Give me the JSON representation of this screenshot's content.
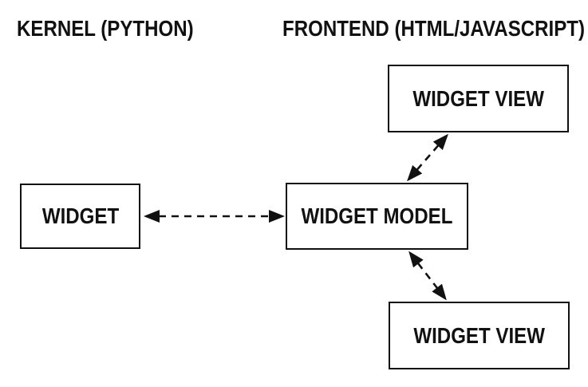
{
  "diagram": {
    "title_context": "Widget model-view architecture diagram",
    "colors": {
      "ink": "#111111",
      "background": "#ffffff"
    },
    "headers": [
      {
        "id": "kernel",
        "label": "KERNEL (PYTHON)"
      },
      {
        "id": "frontend",
        "label": "FRONTEND (HTML/JAVASCRIPT)"
      }
    ],
    "nodes": [
      {
        "id": "widget",
        "label": "WIDGET",
        "region": "kernel"
      },
      {
        "id": "widget-model",
        "label": "WIDGET MODEL",
        "region": "frontend"
      },
      {
        "id": "widget-view-top",
        "label": "WIDGET VIEW",
        "region": "frontend"
      },
      {
        "id": "widget-view-bottom",
        "label": "WIDGET VIEW",
        "region": "frontend"
      }
    ],
    "edges": [
      {
        "from": "widget",
        "to": "widget-model",
        "style": "dashed",
        "bidirectional": true
      },
      {
        "from": "widget-model",
        "to": "widget-view-top",
        "style": "dashed",
        "bidirectional": true
      },
      {
        "from": "widget-model",
        "to": "widget-view-bottom",
        "style": "dashed",
        "bidirectional": true
      }
    ]
  }
}
